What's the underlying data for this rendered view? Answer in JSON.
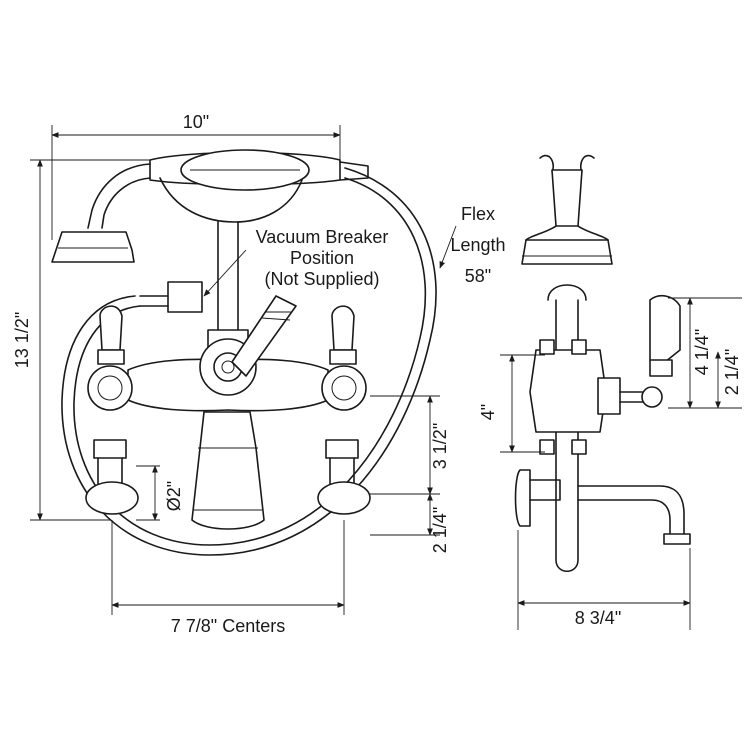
{
  "diagram": {
    "colors": {
      "line": "#1a1a1a",
      "background": "#ffffff"
    },
    "front_view": {
      "width_label": "10\"",
      "height_label": "13 1/2\"",
      "centers_label": "7 7/8\" Centers",
      "pipe_diameter_label": "Ø2\"",
      "spout_height_label": "3 1/2\"",
      "inlet_offset_label": "2 1/4\"",
      "vacuum_breaker": {
        "line1": "Vacuum Breaker",
        "line2": "Position",
        "line3": "(Not Supplied)"
      },
      "flex": {
        "line1": "Flex",
        "line2": "Length",
        "line3": "58\""
      }
    },
    "side_view": {
      "depth_label": "8 3/4\"",
      "body_height_label": "4\"",
      "handle_height_label": "4 1/4\"",
      "handle_offset_label": "2 1/4\""
    }
  }
}
